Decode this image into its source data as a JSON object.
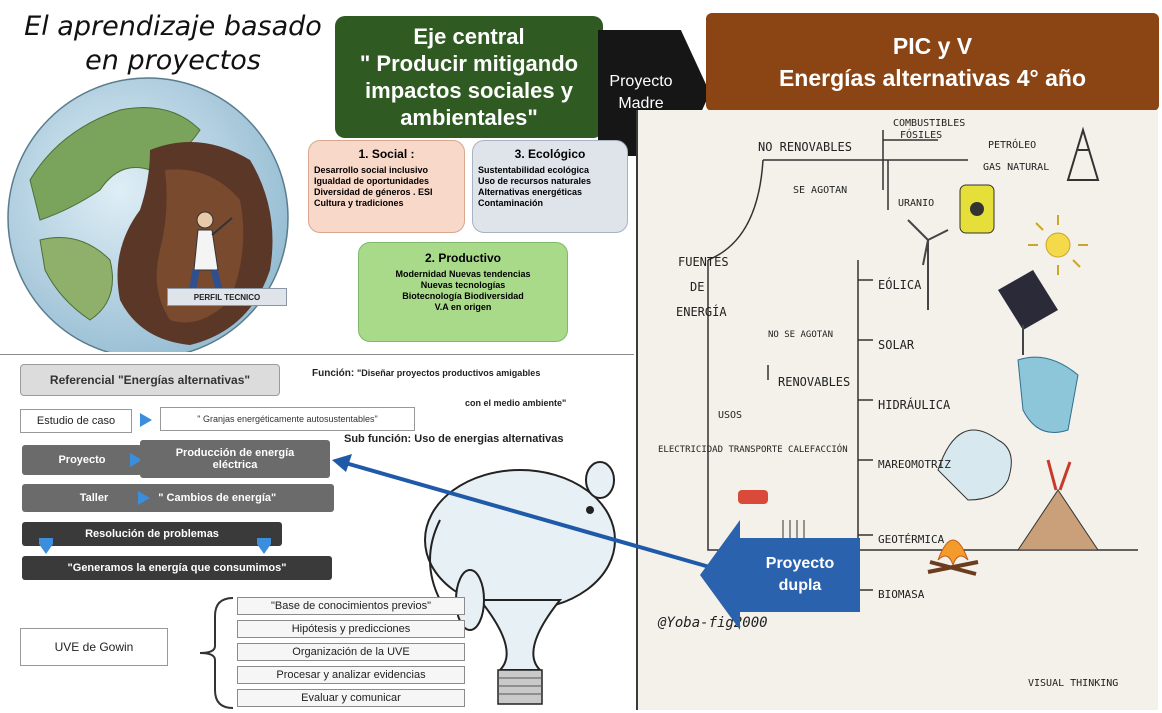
{
  "left_title": {
    "line1": "El aprendizaje basado",
    "line2": "en proyectos"
  },
  "eje": {
    "line1": "Eje central",
    "line2": "\" Producir mitigando",
    "line3": "impactos sociales y",
    "line4": "ambientales\""
  },
  "proyecto_madre": {
    "line1": "Proyecto",
    "line2": "Madre"
  },
  "pic": {
    "line1": "PIC y V",
    "line2": "Energías alternativas 4° año"
  },
  "social": {
    "title": "1. Social :",
    "items": [
      "Desarrollo social inclusivo",
      "Igualdad de oportunidades",
      "Diversidad de géneros . ESI",
      "Cultura y tradiciones"
    ]
  },
  "ecologico": {
    "title": "3. Ecológico",
    "items": [
      "Sustentabilidad ecológica",
      "Uso de recursos naturales",
      "Alternativas energéticas",
      "Contaminación"
    ]
  },
  "productivo": {
    "title": "2. Productivo",
    "items": [
      "Modernidad Nuevas tendencias",
      "Nuevas tecnologías",
      "Biotecnología Biodiversidad",
      "V.A en origen"
    ]
  },
  "perfil": "PERFIL TECNICO",
  "referencial": "Referencial \"Energías alternativas\"",
  "funcion": {
    "label": "Función:",
    "text1": "\"Diseñar proyectos productivos amigables",
    "text2": "con el medio ambiente\""
  },
  "estudio": {
    "label": "Estudio de caso",
    "value": "\" Granjas energéticamente autosustentables\""
  },
  "subfuncion": {
    "label": "Sub función:",
    "text": "Uso de energias alternativas"
  },
  "proyecto": {
    "label": "Proyecto",
    "value_line1": "Producción de energía",
    "value_line2": "eléctrica"
  },
  "taller": {
    "label": "Taller",
    "value": "\" Cambios de energía\""
  },
  "resolucion": "Resolución de problemas",
  "generamos": "\"Generamos la energía que consumimos\"",
  "uve": {
    "label": "UVE de Gowin",
    "items": [
      "\"Base de conocimientos previos\"",
      "Hipótesis y predicciones",
      "Organización de la UVE",
      "Procesar y analizar evidencias",
      "Evaluar y comunicar"
    ]
  },
  "dupla": {
    "line1": "Proyecto",
    "line2": "dupla"
  },
  "poster": {
    "no_renovables": "NO RENOVABLES",
    "combustibles": "COMBUSTIBLES",
    "fosiles": "FÓSILES",
    "petroleo": "PETRÓLEO",
    "gas": "GAS NATURAL",
    "se_agotan": "SE AGOTAN",
    "uranio": "URANIO",
    "fuentes1": "FUENTES",
    "fuentes2": "DE",
    "fuentes3": "ENERGÍA",
    "no_se_agotan": "NO SE AGOTAN",
    "renovables": "RENOVABLES",
    "eolica": "EÓLICA",
    "solar": "SOLAR",
    "hidraulica": "HIDRÁULICA",
    "usos": "USOS",
    "usos_line": "ELECTRICIDAD TRANSPORTE CALEFACCIÓN",
    "mareomotriz": "MAREOMOTRIZ",
    "geotermica": "GEOTÉRMICA",
    "biomasa": "BIOMASA",
    "signature": "@Yoba-fig2000",
    "visual": "VISUAL THINKING"
  },
  "colors": {
    "eje": "#2f5a22",
    "pic": "#8b4514",
    "blue_arrow": "#1f5aa8",
    "dark": "#3a3a3a",
    "gray": "#6b6b6b"
  }
}
